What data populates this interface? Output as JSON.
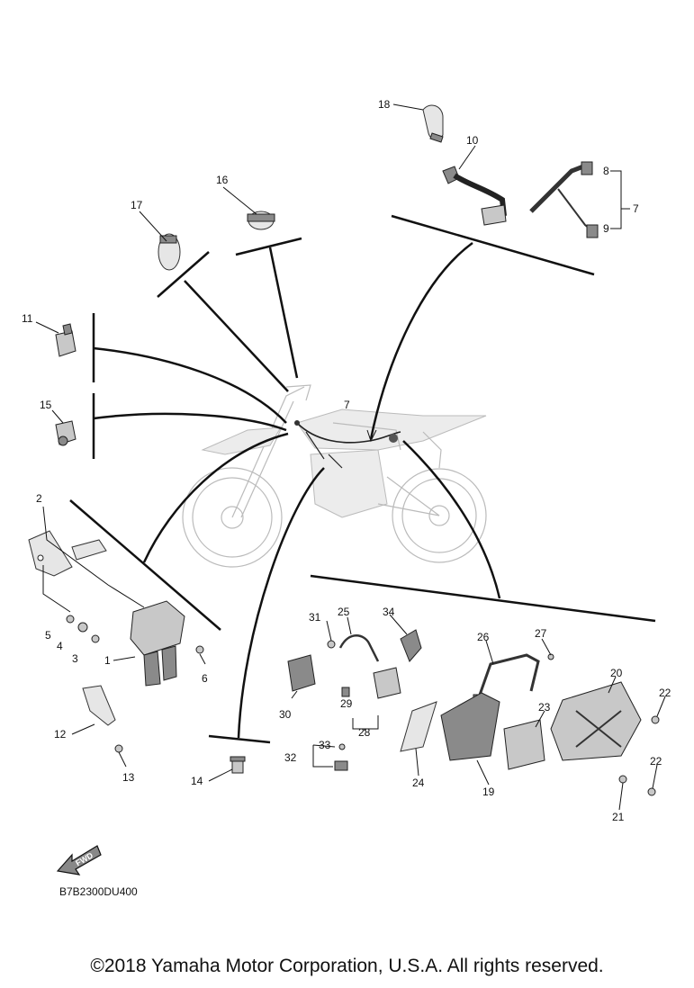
{
  "diagram": {
    "callouts": [
      {
        "key": "c18",
        "label": "18"
      },
      {
        "key": "c10",
        "label": "10"
      },
      {
        "key": "c8",
        "label": "8"
      },
      {
        "key": "c7a",
        "label": "7"
      },
      {
        "key": "c9",
        "label": "9"
      },
      {
        "key": "c16",
        "label": "16"
      },
      {
        "key": "c17",
        "label": "17"
      },
      {
        "key": "c11",
        "label": "11"
      },
      {
        "key": "c15",
        "label": "15"
      },
      {
        "key": "c7b",
        "label": "7"
      },
      {
        "key": "c2",
        "label": "2"
      },
      {
        "key": "c5",
        "label": "5"
      },
      {
        "key": "c4",
        "label": "4"
      },
      {
        "key": "c3",
        "label": "3"
      },
      {
        "key": "c1",
        "label": "1"
      },
      {
        "key": "c6",
        "label": "6"
      },
      {
        "key": "c12",
        "label": "12"
      },
      {
        "key": "c13",
        "label": "13"
      },
      {
        "key": "c14",
        "label": "14"
      },
      {
        "key": "c31",
        "label": "31"
      },
      {
        "key": "c25",
        "label": "25"
      },
      {
        "key": "c34",
        "label": "34"
      },
      {
        "key": "c30",
        "label": "30"
      },
      {
        "key": "c29",
        "label": "29"
      },
      {
        "key": "c28",
        "label": "28"
      },
      {
        "key": "c33",
        "label": "33"
      },
      {
        "key": "c32",
        "label": "32"
      },
      {
        "key": "c26",
        "label": "26"
      },
      {
        "key": "c27",
        "label": "27"
      },
      {
        "key": "c20",
        "label": "20"
      },
      {
        "key": "c22a",
        "label": "22"
      },
      {
        "key": "c23",
        "label": "23"
      },
      {
        "key": "c24",
        "label": "24"
      },
      {
        "key": "c19",
        "label": "19"
      },
      {
        "key": "c22b",
        "label": "22"
      },
      {
        "key": "c21",
        "label": "21"
      }
    ],
    "fwd_label": "FWD",
    "diagram_code": "B7B2300DU400"
  },
  "footer": {
    "copyright": "©2018 Yamaha Motor Corporation, U.S.A. All rights reserved."
  }
}
